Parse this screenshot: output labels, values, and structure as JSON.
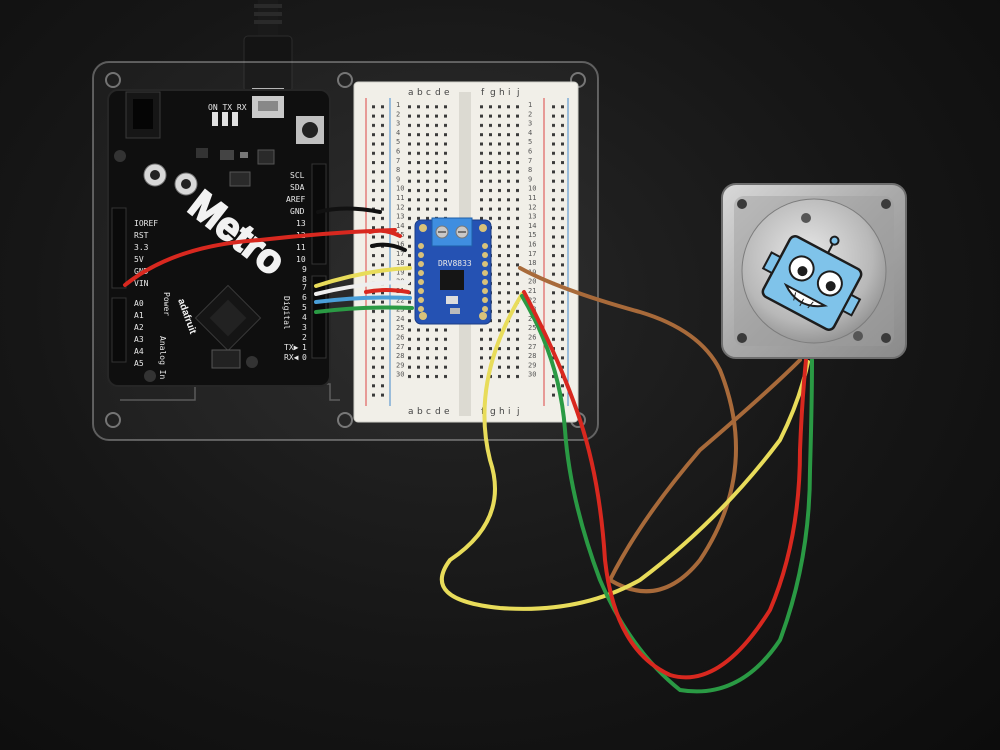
{
  "board": {
    "brand_logo": "Metro",
    "maker_logo": "adafruit",
    "top_header_label": "ON TX RX",
    "power_pins": [
      "IOREF",
      "RST",
      "3.3",
      "5V",
      "GND",
      "VIN"
    ],
    "analog_pins": [
      "A0",
      "A1",
      "A2",
      "A3",
      "A4",
      "A5"
    ],
    "analog_label": "Analog In",
    "power_label": "Power",
    "digital_pins_upper": [
      "SCL",
      "SDA",
      "AREF",
      "GND",
      "13",
      "12",
      "11",
      "10",
      "9",
      "8"
    ],
    "digital_pins_lower": [
      "7",
      "6",
      "5",
      "4",
      "3",
      "2",
      "1",
      "0"
    ],
    "digital_label": "Digital",
    "tx_label": "TX▶",
    "rx_label": "RX◀"
  },
  "breadboard": {
    "column_letters_left": [
      "a",
      "b",
      "c",
      "d",
      "e"
    ],
    "column_letters_right": [
      "f",
      "g",
      "h",
      "i",
      "j"
    ],
    "row_numbers": [
      "1",
      "2",
      "3",
      "4",
      "5",
      "6",
      "7",
      "8",
      "9",
      "10",
      "11",
      "12",
      "13",
      "14",
      "15",
      "16",
      "17",
      "18",
      "19",
      "20",
      "21",
      "22",
      "23",
      "24",
      "25",
      "26",
      "27",
      "28",
      "29",
      "30"
    ]
  },
  "driver_board": {
    "chip_label": "DRV8833"
  },
  "motor": {
    "sticker": "robot-face"
  },
  "wire_colors": {
    "red": "#d8281f",
    "yellow": "#e8dc5a",
    "green": "#2a9a44",
    "brown": "#a86a3a",
    "blue": "#4a9fd8",
    "white": "#eeeeee",
    "black": "#111111"
  }
}
